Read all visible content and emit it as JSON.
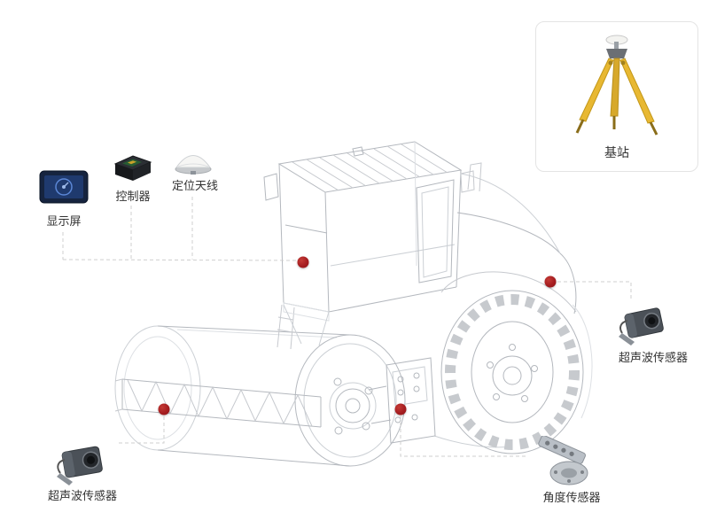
{
  "diagram": {
    "base_station": {
      "label": "基站"
    },
    "left_components": [
      {
        "id": "display",
        "label": "显示屏"
      },
      {
        "id": "controller",
        "label": "控制器"
      },
      {
        "id": "antenna",
        "label": "定位天线"
      }
    ],
    "sensors": {
      "ultrasonic_right": {
        "label": "超声波传感器"
      },
      "ultrasonic_left": {
        "label": "超声波传感器"
      },
      "angle": {
        "label": "角度传感器"
      }
    },
    "icons": {
      "display": "display-screen-icon",
      "controller": "controller-box-icon",
      "antenna": "gnss-antenna-icon",
      "base_station": "survey-tripod-icon",
      "ultrasonic": "ultrasonic-sensor-icon",
      "angle": "angle-sensor-icon"
    },
    "colors": {
      "marker": "#a51d20",
      "connector": "#cfcfcf",
      "sketch": "#b4b8be",
      "tripod_yellow": "#e8b832",
      "card_border": "#e4e4e4"
    }
  }
}
